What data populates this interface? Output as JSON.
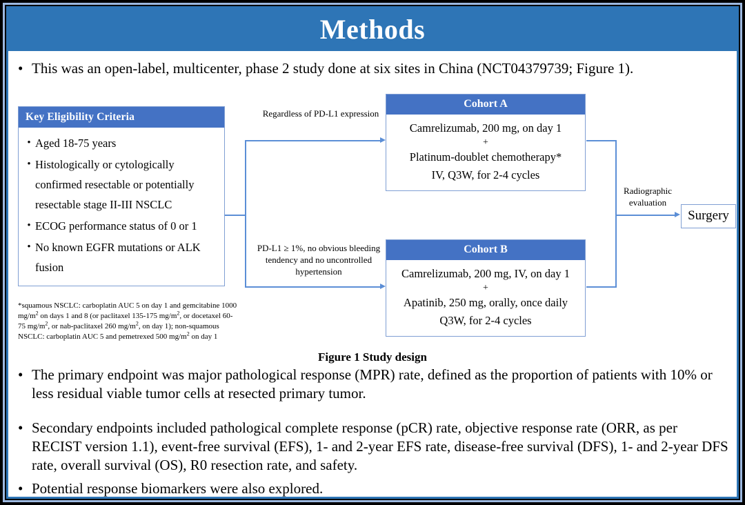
{
  "slide": {
    "title": "Methods",
    "accent_blue": "#2e75b6",
    "box_blue": "#4472c4",
    "connector_blue": "#5b8ed6"
  },
  "intro": {
    "bullet": "•",
    "text": "This was an open-label, multicenter, phase 2 study done at six sites in China (NCT04379739; Figure 1)."
  },
  "diagram": {
    "eligibility": {
      "heading": "Key  Eligibility Criteria",
      "bullet": "•",
      "items": [
        "Aged 18-75 years",
        "Histologically or cytologically confirmed resectable or potentially resectable stage II-III  NSCLC",
        "ECOG performance status of 0 or 1",
        "No known EGFR mutations or ALK fusion"
      ]
    },
    "footnote_line1_a": "*squamous NSCLC: carboplatin AUC 5 on day 1 and gemcitabine 1000 mg/m",
    "footnote_line1_b": " on days 1 and 8 (or paclitaxel 135-175  mg/m",
    "footnote_line1_c": ", or docetaxel 60-75 mg/m",
    "footnote_line1_d": ", or nab-paclitaxel 260 mg/m",
    "footnote_line1_e": ", on day 1); non-squamous NSCLC: carboplatin AUC 5 and pemetrexed 500 mg/m",
    "footnote_line1_f": " on day 1",
    "footnote_sup": "2",
    "label_regardless": "Regardless  of PD-L1 expression",
    "label_pdl1": "PD-L1 ≥ 1%, no obvious bleeding tendency and no uncontrolled  hypertension",
    "label_radiographic": "Radiographic evaluation",
    "cohort_a": {
      "heading": "Cohort A",
      "line1": "Camrelizumab, 200 mg, on day 1",
      "plus": "+",
      "line2": "Platinum-doublet chemotherapy*",
      "line3": "IV, Q3W, for 2-4 cycles"
    },
    "cohort_b": {
      "heading": "Cohort B",
      "line1": "Camrelizumab, 200 mg, IV, on day 1",
      "plus": "+",
      "line2": "Apatinib, 250 mg, orally, once daily",
      "line3": "Q3W, for 2-4 cycles"
    },
    "surgery": "Surgery",
    "caption": "Figure 1 Study design"
  },
  "endpoints": {
    "bullet": "•",
    "primary": "The primary endpoint was major pathological response (MPR) rate, defined as the proportion of patients with 10% or less residual viable tumor cells at resected primary tumor.",
    "secondary": "Secondary endpoints included pathological complete response (pCR) rate, objective response rate (ORR, as per RECIST version 1.1), event-free survival (EFS), 1- and 2-year EFS rate, disease-free survival (DFS), 1- and 2-year DFS rate, overall survival (OS), R0 resection rate, and safety.",
    "biomarker": "Potential response biomarkers were also explored."
  }
}
